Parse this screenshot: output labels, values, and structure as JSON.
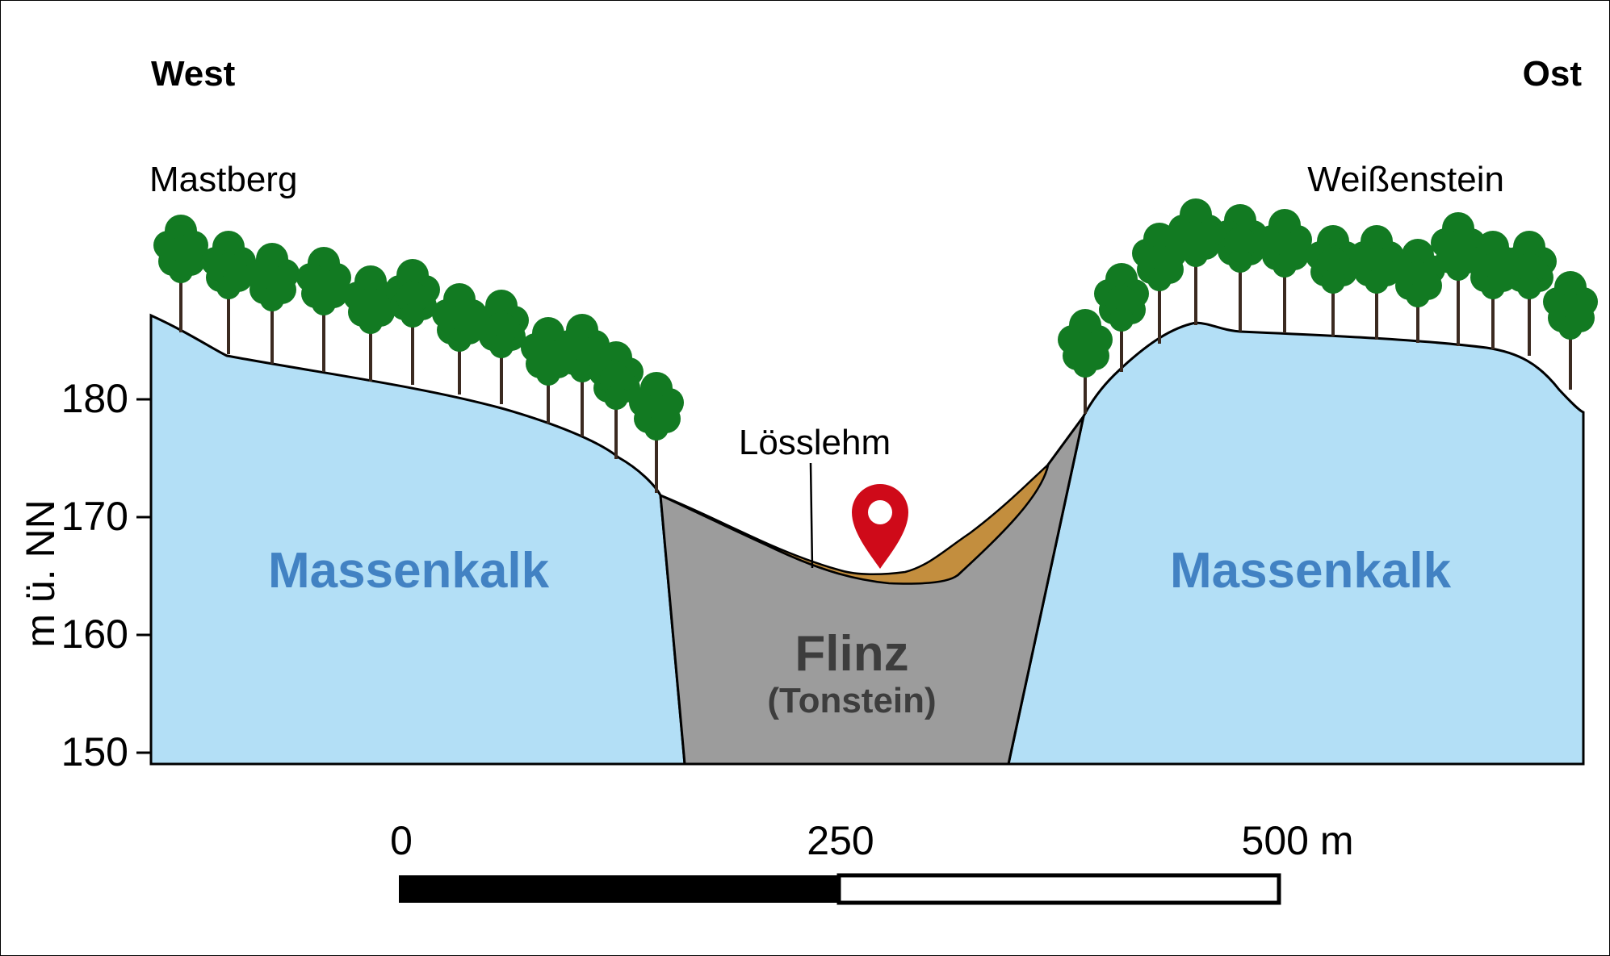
{
  "directions": {
    "west": "West",
    "east": "Ost"
  },
  "peaks": {
    "left": "Mastberg",
    "right": "Weißenstein"
  },
  "axis": {
    "label": "m ü. NN",
    "ticks": [
      {
        "value": 180,
        "label": "180"
      },
      {
        "value": 170,
        "label": "170"
      },
      {
        "value": 160,
        "label": "160"
      },
      {
        "value": 150,
        "label": "150"
      }
    ]
  },
  "units": {
    "left": "Massenkalk",
    "right": "Massenkalk",
    "center": "Flinz",
    "center_sub": "(Tonstein)",
    "surface": "Lösslehm"
  },
  "scale": {
    "labels": [
      "0",
      "250",
      "500 m"
    ]
  },
  "colors": {
    "limestone": "#b3dff6",
    "limestone_text": "#4282c3",
    "shale": "#9c9c9c",
    "shale_text": "#3d3d3d",
    "loess": "#c38e3e",
    "tree": "#127a22",
    "trunk": "#3b2a20",
    "marker": "#cf0a19"
  },
  "marker": {
    "icon": "location-pin-icon"
  }
}
